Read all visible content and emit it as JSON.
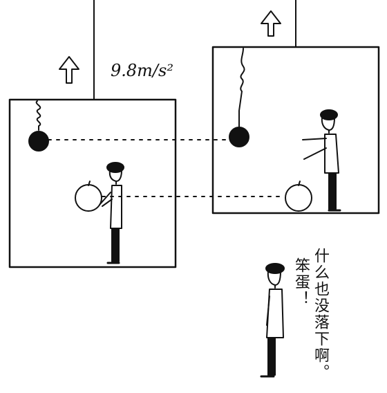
{
  "scene": {
    "acceleration_label": "9.8m/s²",
    "caption_right": "什么也没落下啊。",
    "caption_left": "笨蛋！",
    "icons": [
      "up-arrow-icon",
      "up-arrow-icon"
    ],
    "colors": {
      "ink": "#111111",
      "paper": "#ffffff"
    }
  }
}
